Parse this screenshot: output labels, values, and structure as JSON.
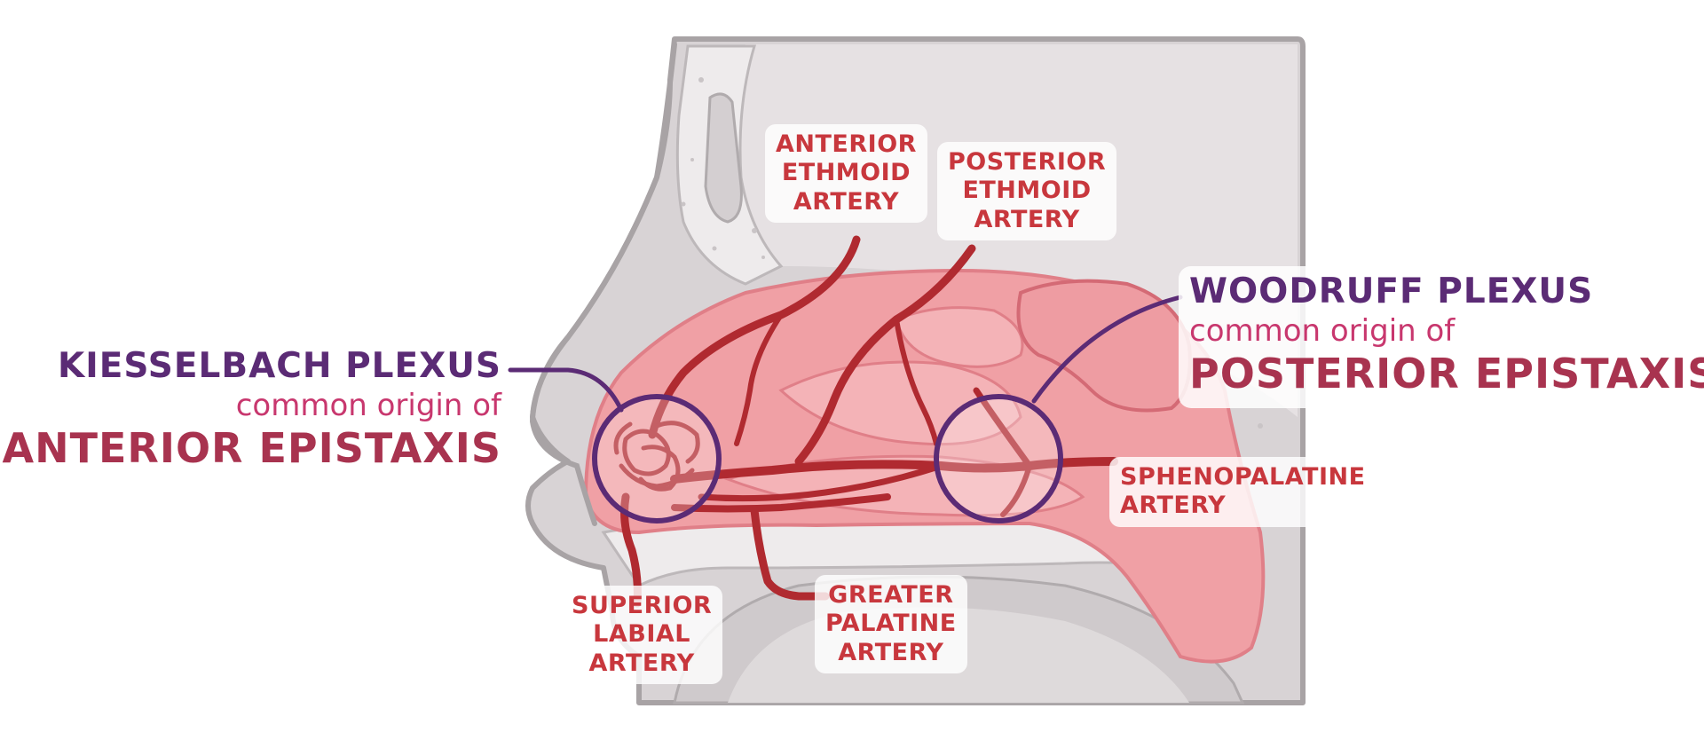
{
  "labels": {
    "anterior_ethmoid": [
      "ANTERIOR",
      "ETHMOID",
      "ARTERY"
    ],
    "posterior_ethmoid": [
      "POSTERIOR",
      "ETHMOID",
      "ARTERY"
    ],
    "sphenopalatine": [
      "SPHENOPALATINE",
      "ARTERY"
    ],
    "superior_labial": [
      "SUPERIOR",
      "LABIAL",
      "ARTERY"
    ],
    "greater_palatine": [
      "GREATER",
      "PALATINE",
      "ARTERY"
    ]
  },
  "kiesselbach": {
    "title": "KIESSELBACH PLEXUS",
    "subtitle": "common origin of",
    "condition": "ANTERIOR EPISTAXIS"
  },
  "woodruff": {
    "title": "WOODRUFF PLEXUS",
    "subtitle": "common origin of",
    "condition": "POSTERIOR EPISTAXIS"
  },
  "colors": {
    "artery": "#b02a30",
    "mucosa": "#f0a0a5",
    "mucosa_dark": "#e57d86",
    "bone": "#e3dfe0",
    "outline": "#a8a3a5",
    "plexus_ring": "#5b2b75",
    "plexus_title": "#5b2b75",
    "plexus_sub": "#c8376e",
    "plexus_condition": "#a8334f",
    "artery_label": "#c8373d"
  }
}
